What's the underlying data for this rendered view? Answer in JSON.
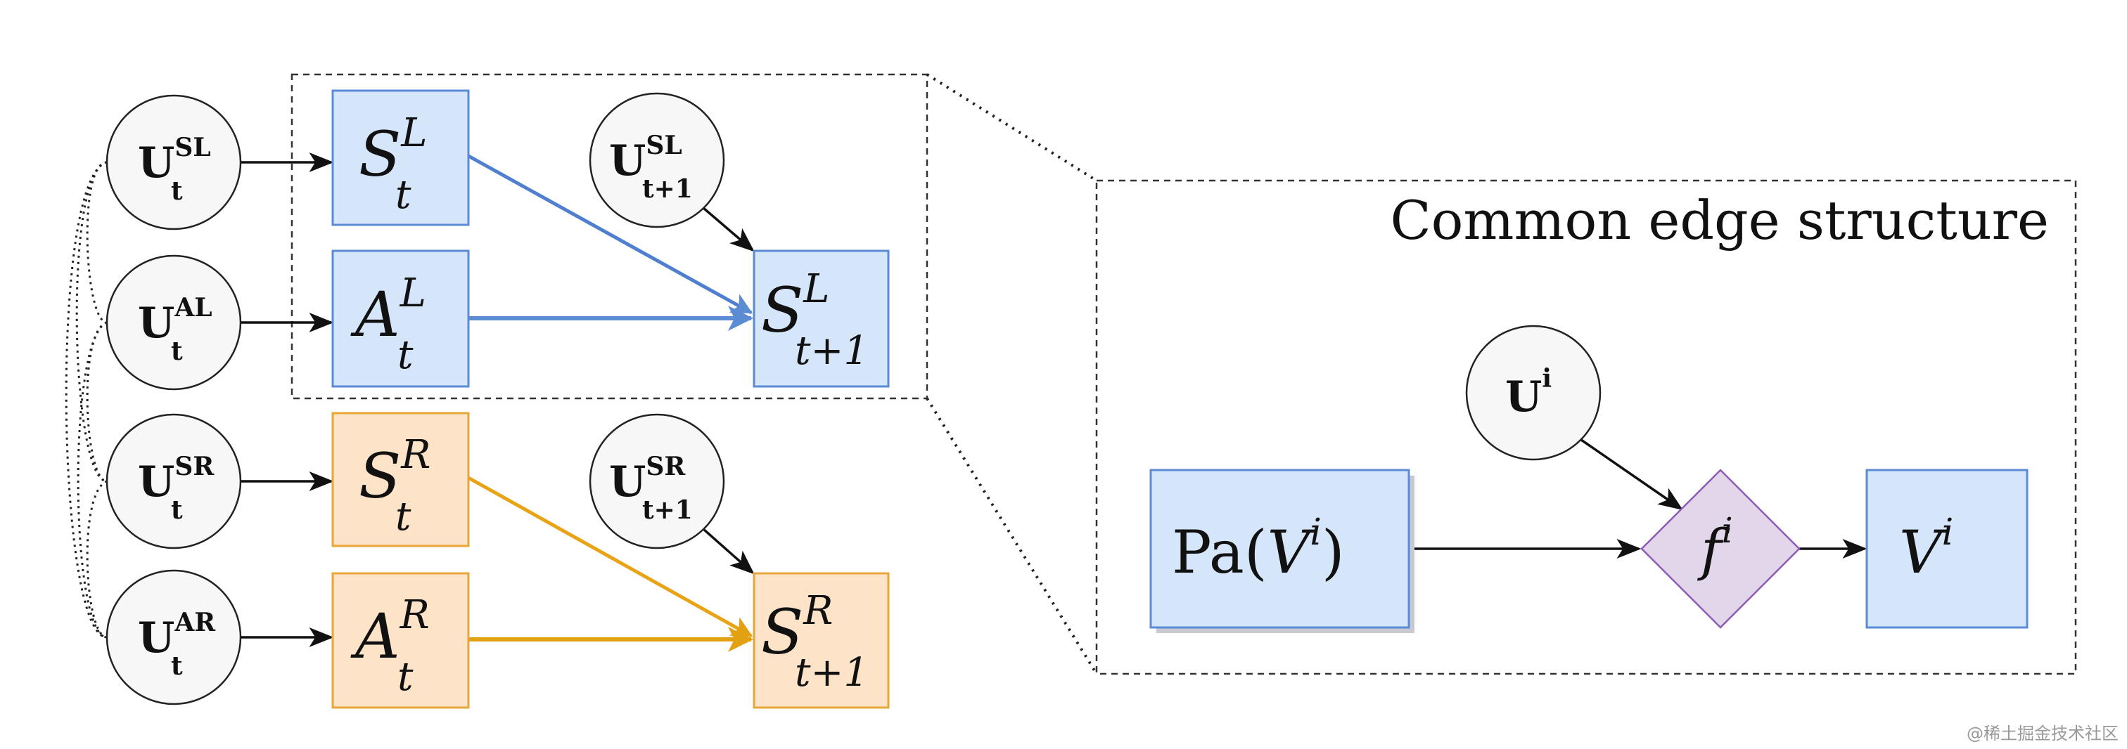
{
  "colors": {
    "left_fill": "#d6e6fa",
    "left_stroke": "#5b8bd6",
    "left_edge": "#4f7fd0",
    "right_fill": "#fde3c8",
    "right_stroke": "#e8a53a",
    "right_edge": "#e8a317",
    "mech_fill": "#e2d6ea",
    "mech_stroke": "#8e5bb5"
  },
  "noise_nodes": [
    {
      "base": "U",
      "sup": "SL",
      "sub": "t"
    },
    {
      "base": "U",
      "sup": "AL",
      "sub": "t"
    },
    {
      "base": "U",
      "sup": "SR",
      "sub": "t"
    },
    {
      "base": "U",
      "sup": "AR",
      "sub": "t"
    },
    {
      "base": "U",
      "sup": "SL",
      "sub": "t+1"
    },
    {
      "base": "U",
      "sup": "SR",
      "sub": "t+1"
    }
  ],
  "var_nodes": [
    {
      "base": "S",
      "sup": "L",
      "sub": "t"
    },
    {
      "base": "A",
      "sup": "L",
      "sub": "t"
    },
    {
      "base": "S",
      "sup": "L",
      "sub": "t+1"
    },
    {
      "base": "S",
      "sup": "R",
      "sub": "t"
    },
    {
      "base": "A",
      "sup": "R",
      "sub": "t"
    },
    {
      "base": "S",
      "sup": "R",
      "sub": "t+1"
    }
  ],
  "inset": {
    "title": "Common edge structure",
    "noise": {
      "base": "U",
      "sup": "i"
    },
    "parents": {
      "pre": "Pa(",
      "base": "V",
      "sup": "i",
      "post": ")"
    },
    "mechanism": {
      "base": "f",
      "sup": "i"
    },
    "target": {
      "base": "V",
      "sup": "i"
    }
  },
  "watermark": "@稀土掘金技术社区"
}
